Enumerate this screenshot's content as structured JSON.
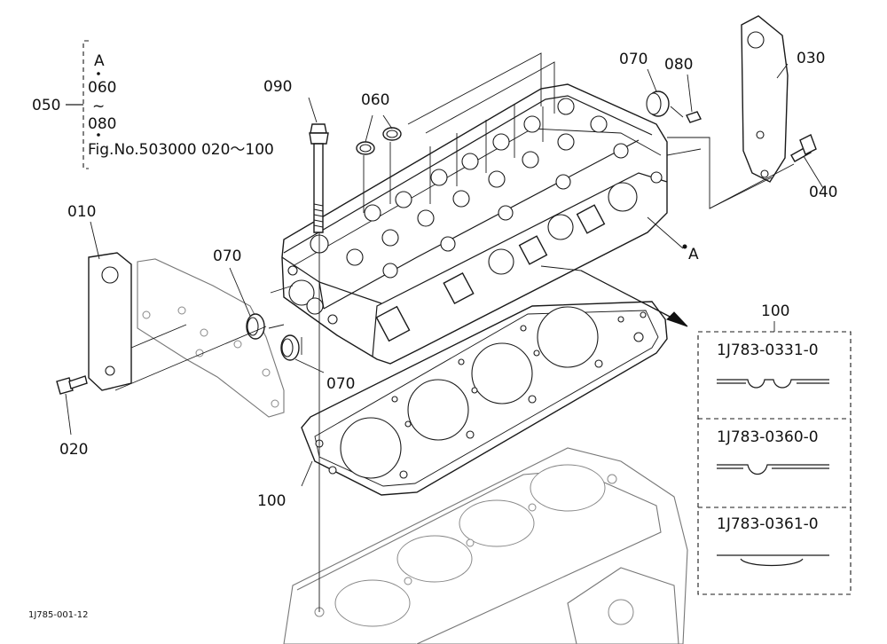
{
  "callouts": {
    "assembly": "050",
    "ref_a": "A",
    "range_start": "060",
    "range_tilde": "~",
    "range_end": "080",
    "fig_ref": "Fig.No.503000  020～100",
    "p090": "090",
    "p060": "060",
    "p070_top": "070",
    "p080": "080",
    "p030": "030",
    "p040": "040",
    "a_marker": "A",
    "p010": "010",
    "p070_left": "070",
    "p070_bottom": "070",
    "p020": "020",
    "p100_gasket": "100",
    "p100_box": "100"
  },
  "gasket_variants": [
    {
      "part_number": "1J783-0331-0"
    },
    {
      "part_number": "1J783-0360-0"
    },
    {
      "part_number": "1J783-0361-0"
    }
  ],
  "footer_code": "1J785-001-12"
}
